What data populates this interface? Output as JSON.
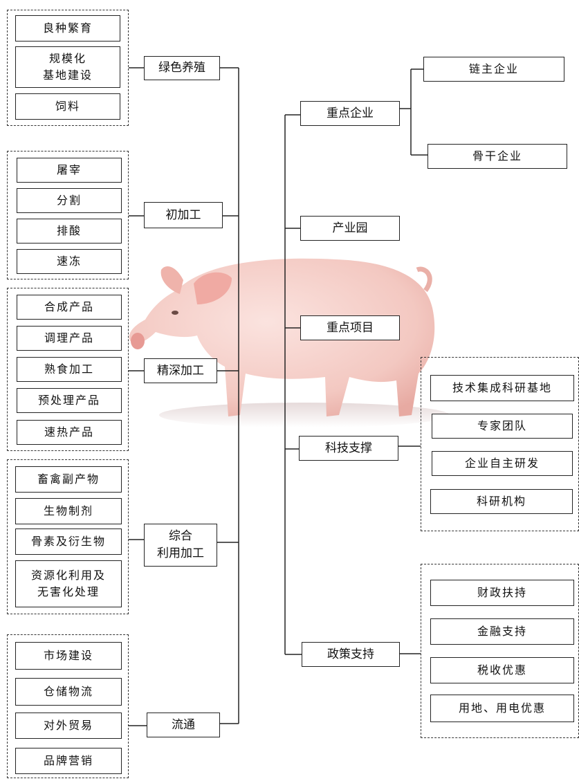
{
  "left": {
    "group1": {
      "category": "绿色养殖",
      "items": [
        "良种繁育",
        "规模化\n基地建设",
        "饲料"
      ]
    },
    "group2": {
      "category": "初加工",
      "items": [
        "屠宰",
        "分割",
        "排酸",
        "速冻"
      ]
    },
    "group3": {
      "category": "精深加工",
      "items": [
        "合成产品",
        "调理产品",
        "熟食加工",
        "预处理产品",
        "速热产品"
      ]
    },
    "group4": {
      "category": "综合\n利用加工",
      "items": [
        "畜禽副产物",
        "生物制剂",
        "骨素及衍生物",
        "资源化利用及\n无害化处理"
      ]
    },
    "group5": {
      "category": "流通",
      "items": [
        "市场建设",
        "仓储物流",
        "对外贸易",
        "品牌营销"
      ]
    }
  },
  "right": {
    "key_enterprise": {
      "label": "重点企业",
      "items": [
        "链主企业",
        "骨干企业"
      ]
    },
    "industrial_park": {
      "label": "产业园"
    },
    "key_project": {
      "label": "重点项目"
    },
    "tech_support": {
      "label": "科技支撑",
      "items": [
        "技术集成科研基地",
        "专家团队",
        "企业自主研发",
        "科研机构"
      ]
    },
    "policy_support": {
      "label": "政策支持",
      "items": [
        "财政扶持",
        "金融支持",
        "税收优惠",
        "用地、用电优惠"
      ]
    }
  },
  "colors": {
    "line": "#222222",
    "pig": "#f2c6c0"
  }
}
